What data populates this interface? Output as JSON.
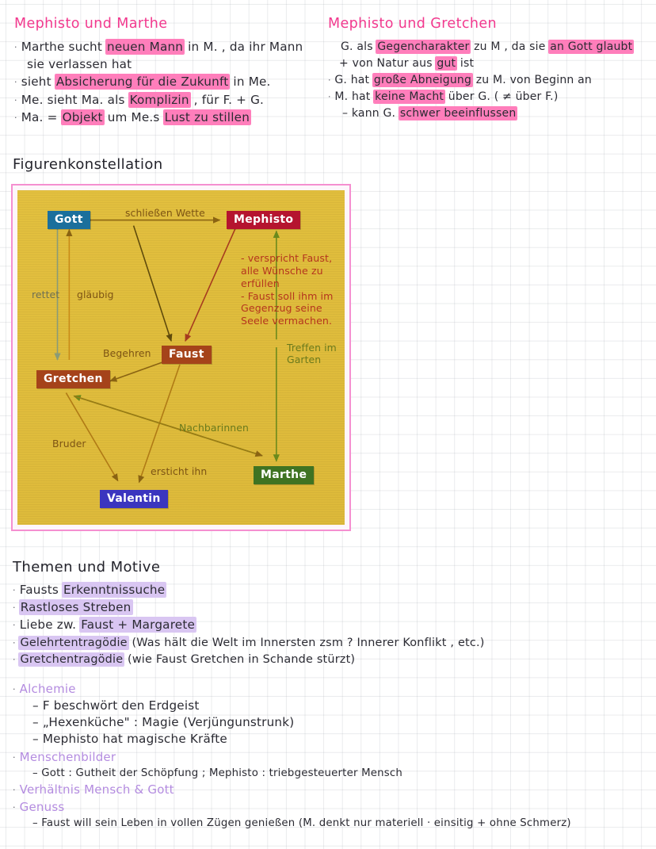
{
  "page": {
    "background": "#ffffff",
    "grid_color": "#c8ccd4",
    "accent_pink": "#f2398e",
    "highlight_pink": "#ff7ebb",
    "highlight_purple": "#d9c6f2"
  },
  "section_mephisto_marthe": {
    "heading": "Mephisto und Marthe",
    "items": [
      "Marthe sucht neuen Mann in M. , da ihr Mann",
      "sie verlassen hat",
      "sieht Absicherung für die Zukunft in Me.",
      "Me. sieht Ma. als Komplizin , für F. + G.",
      "Ma. = Objekt um Me.s Lust zu stillen"
    ],
    "l1a": "Marthe sucht ",
    "l1b": "neuen Mann",
    "l1c": " in M. , da ihr Mann",
    "l2": "sie verlassen hat",
    "l3a": "sieht ",
    "l3b": "Absicherung für die Zukunft",
    "l3c": " in Me.",
    "l4a": "Me. sieht Ma. als ",
    "l4b": "Komplizin",
    "l4c": " , für F. + G.",
    "l5a": "Ma. = ",
    "l5b": "Objekt",
    "l5c": " um Me.s ",
    "l5d": "Lust zu stillen"
  },
  "section_mephisto_gretchen": {
    "heading": "Mephisto und Gretchen",
    "l1a": "G. als ",
    "l1b": "Gegencharakter",
    "l1c": " zu M , da sie ",
    "l1d": "an Gott glaubt",
    "l2a": "+ von Natur aus ",
    "l2b": "gut",
    "l2c": " ist",
    "l3a": "G. hat ",
    "l3b": "große Abneigung",
    "l3c": " zu M. von Beginn an",
    "l4a": "M. hat ",
    "l4b": "keine Macht",
    "l4c": " über G. ( ≠ über F.)",
    "l5a": "– kann G. ",
    "l5b": "schwer beeinflussen"
  },
  "section_figurenkonstellation": {
    "heading": "Figurenkonstellation",
    "diagram": {
      "type": "diagram",
      "background_color": "#e0bd3c",
      "frame_color": "#f58fd0",
      "nodes": [
        {
          "id": "gott",
          "label": "Gott",
          "color": "#1b6f9c"
        },
        {
          "id": "mephisto",
          "label": "Mephisto",
          "color": "#b5142f"
        },
        {
          "id": "faust",
          "label": "Faust",
          "color": "#a5431a"
        },
        {
          "id": "gretchen",
          "label": "Gretchen",
          "color": "#a5431a"
        },
        {
          "id": "valentin",
          "label": "Valentin",
          "color": "#3b35bf"
        },
        {
          "id": "marthe",
          "label": "Marthe",
          "color": "#3f7322"
        }
      ],
      "edge_labels": {
        "schliessen_wette": "schließen Wette",
        "rettet": "rettet",
        "glaeubig": "gläubig",
        "begehren": "Begehren",
        "bruder": "Bruder",
        "ersticht_ihn": "ersticht ihn",
        "nachbarinnen": "Nachbarinnen",
        "treffen_im_garten": "Treffen im\nGarten"
      },
      "note": "- verspricht Faust,\nalle Wünsche zu\nerfüllen\n- Faust soll ihm im\nGegenzug seine\nSeele vermachen."
    }
  },
  "section_themen": {
    "heading": "Themen und Motive",
    "items": [
      {
        "a": "Fausts ",
        "hl": "Erkenntnissuche",
        "b": ""
      },
      {
        "a": "",
        "hl": "Rastloses Streben",
        "b": ""
      },
      {
        "a": "Liebe zw. ",
        "hl": "Faust + Margarete",
        "b": ""
      },
      {
        "a": "",
        "hl": "Gelehrtentragödie",
        "b": " (Was hält die Welt im Innersten zsm ? Innerer Konflikt , etc.)"
      },
      {
        "a": "",
        "hl": "Gretchentragödie",
        "b": " (wie Faust Gretchen in Schande stürzt)"
      }
    ]
  },
  "section_motive_detail": {
    "groups": [
      {
        "title": "Alchemie",
        "subs": [
          "F beschwört den Erdgeist",
          "„Hexenküche\" : Magie (Verjüngunstrunk)",
          "Mephisto hat magische Kräfte"
        ]
      },
      {
        "title": "Menschenbilder",
        "subs": [
          "Gott : Gutheit der Schöpfung ; Mephisto : triebgesteuerter Mensch"
        ]
      },
      {
        "title": "Verhältnis Mensch & Gott",
        "subs": []
      },
      {
        "title": "Genuss",
        "subs": [
          "Faust will sein Leben in vollen Zügen genießen (M. denkt nur materiell · einsitig + ohne Schmerz)"
        ]
      }
    ]
  }
}
